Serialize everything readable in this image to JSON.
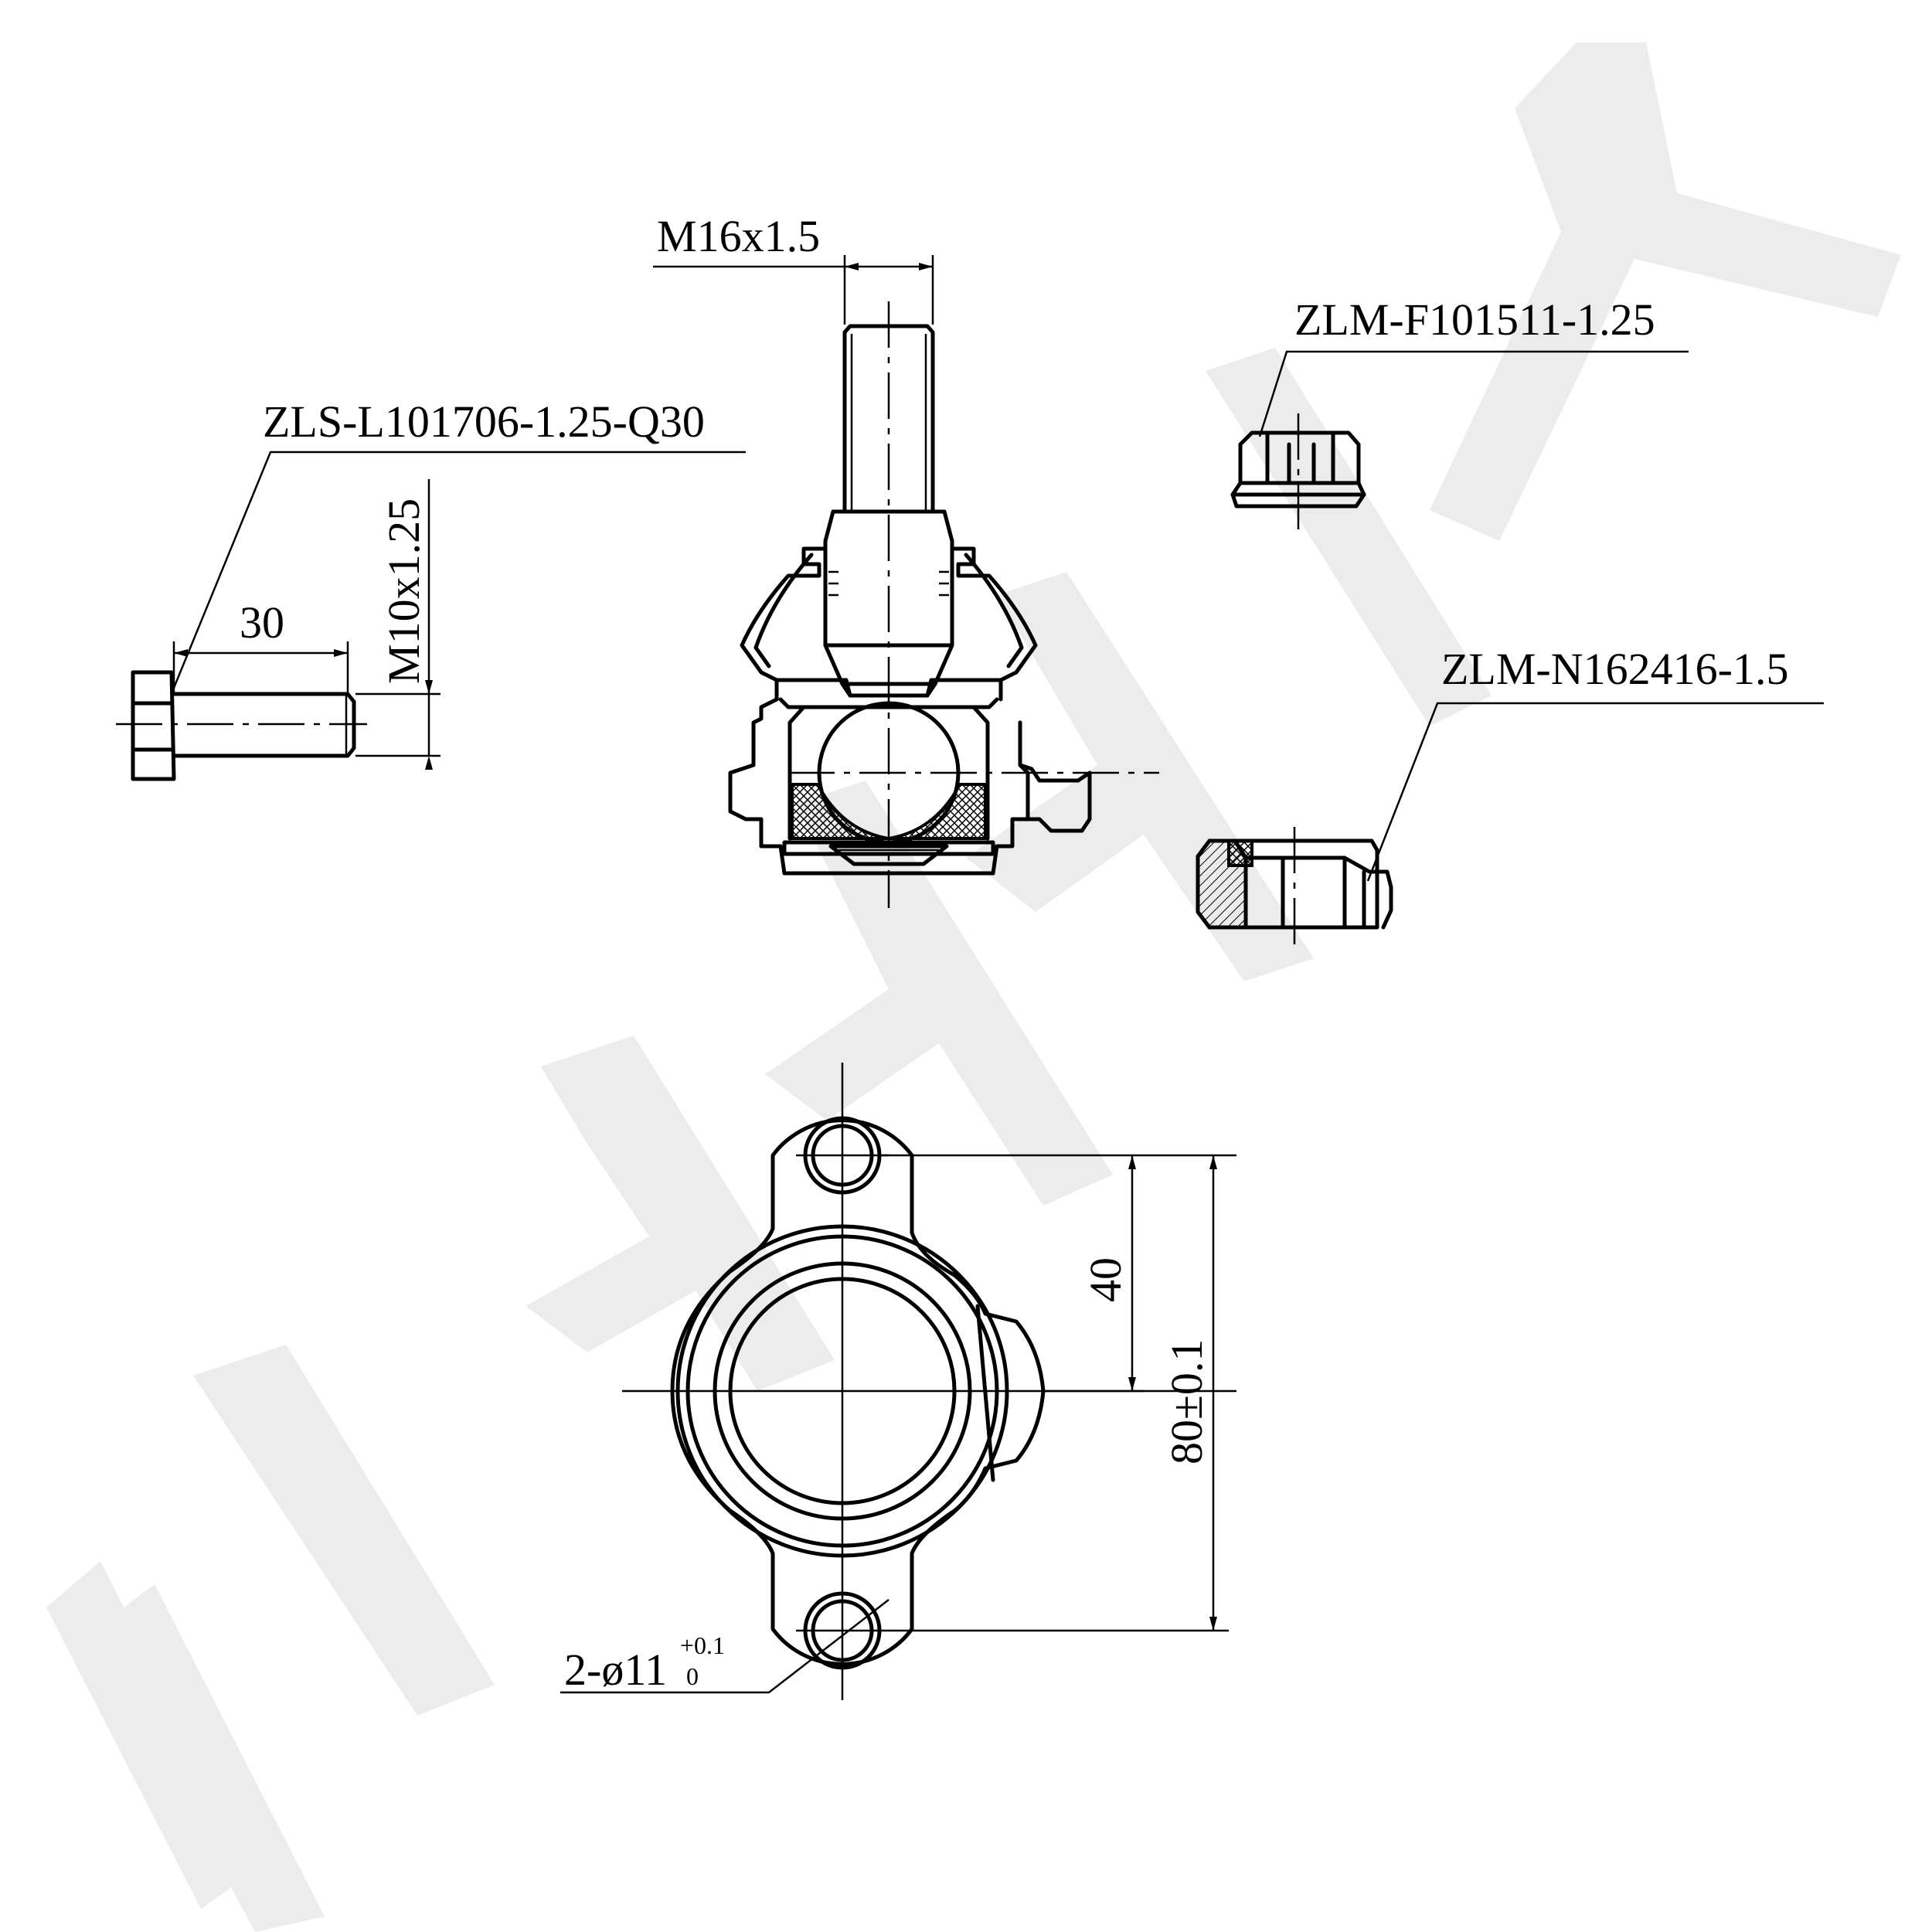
{
  "labels": {
    "stud_thread": "M16x1.5",
    "bolt_part": "ZLS-L101706-1.25-Q30",
    "bolt_length": "30",
    "bolt_thread": "M10x1.25",
    "flange_nut_part": "ZLM-F101511-1.25",
    "lock_nut_part": "ZLM-N162416-1.5",
    "hole_spacing": "40",
    "overall_length": "80±0.1",
    "hole_spec": "2-ø11",
    "hole_tol_upper": "+0.1",
    "hole_tol_lower": "0"
  },
  "watermark": {
    "color": "#ececec"
  }
}
